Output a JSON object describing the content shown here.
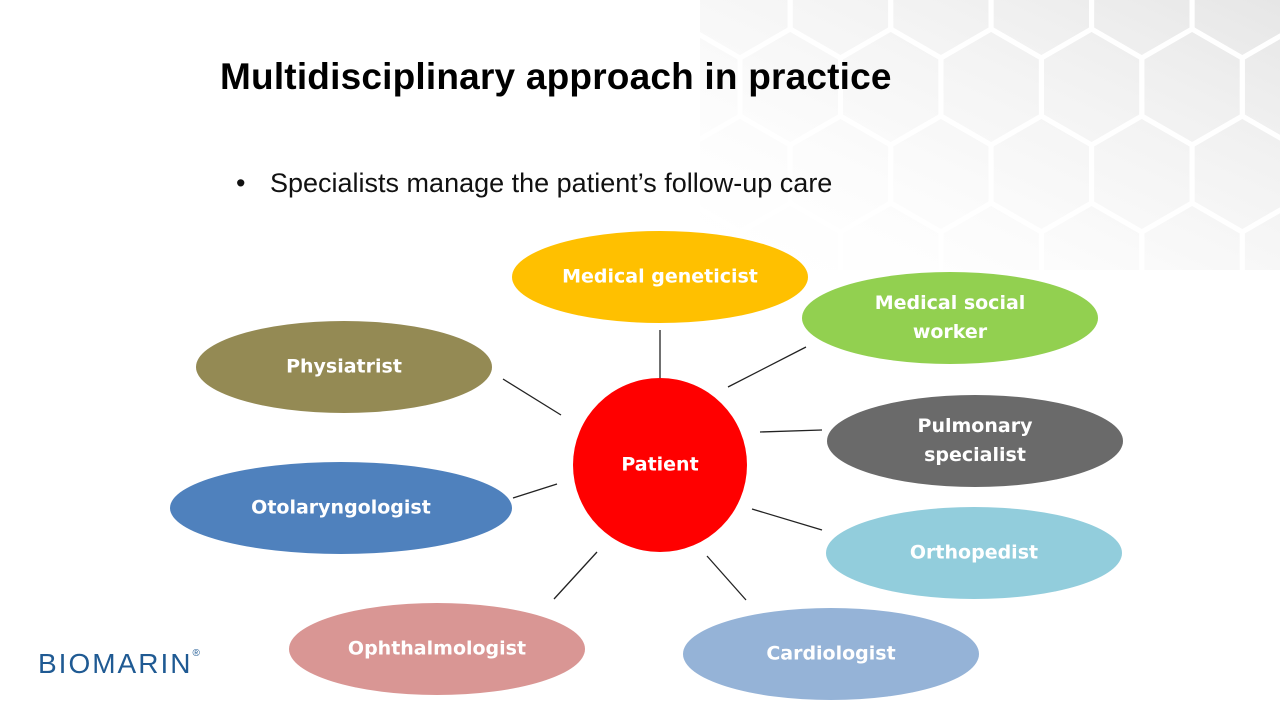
{
  "slide": {
    "title": "Multidisciplinary approach in practice",
    "bullet": "Specialists manage the patient’s follow-up care",
    "bullet_glyph": "•"
  },
  "diagram": {
    "center": {
      "label": "Patient",
      "color": "#ff0000"
    },
    "nodes": [
      {
        "id": "medical-geneticist",
        "lines": [
          "Medical geneticist"
        ],
        "color": "#ffc000"
      },
      {
        "id": "medical-social-worker",
        "lines": [
          "Medical social",
          "worker"
        ],
        "color": "#92d050"
      },
      {
        "id": "physiatrist",
        "lines": [
          "Physiatrist"
        ],
        "color": "#948a54"
      },
      {
        "id": "pulmonary-specialist",
        "lines": [
          "Pulmonary",
          "specialist"
        ],
        "color": "#6a6a6a"
      },
      {
        "id": "otolaryngologist",
        "lines": [
          "Otolaryngologist"
        ],
        "color": "#4f81bd"
      },
      {
        "id": "orthopedist",
        "lines": [
          "Orthopedist"
        ],
        "color": "#92cddc"
      },
      {
        "id": "ophthalmologist",
        "lines": [
          "Ophthalmologist"
        ],
        "color": "#d99694"
      },
      {
        "id": "cardiologist",
        "lines": [
          "Cardiologist"
        ],
        "color": "#95b3d7"
      }
    ],
    "connector_color": "#222222"
  },
  "logo": {
    "text": "BIOMARIN",
    "mark": "®",
    "color": "#1f5a93"
  }
}
